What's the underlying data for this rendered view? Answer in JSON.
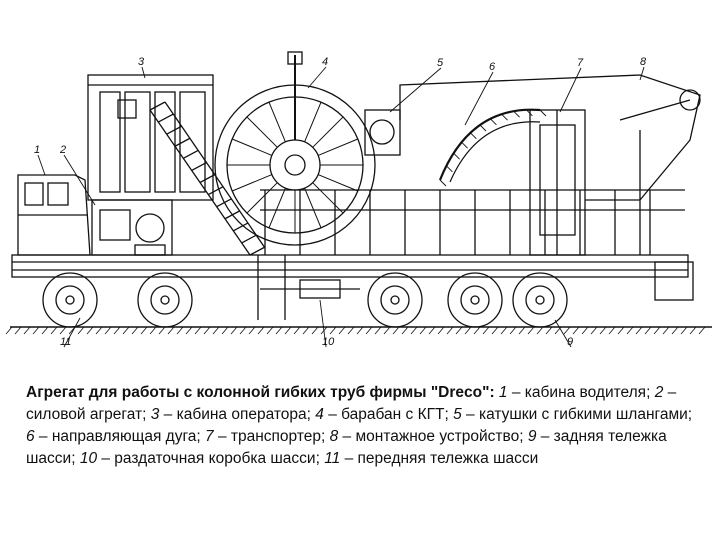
{
  "callouts": [
    "1",
    "2",
    "3",
    "4",
    "5",
    "6",
    "7",
    "8",
    "9",
    "10",
    "11"
  ],
  "caption": {
    "title": "Агрегат для работы с колонной гибких труб фирмы \"Dreco\":",
    "items": [
      {
        "num": "1",
        "text": " – кабина водителя; "
      },
      {
        "num": "2",
        "text": " – силовой агрегат; "
      },
      {
        "num": "3",
        "text": " – кабина оператора; "
      },
      {
        "num": "4",
        "text": " – барабан с КГТ; "
      },
      {
        "num": "5",
        "text": " – катушки с гибкими шлангами; "
      },
      {
        "num": "6",
        "text": " – направляющая дуга; "
      },
      {
        "num": "7",
        "text": " – транспортер; "
      },
      {
        "num": "8",
        "text": " – монтажное устройство; "
      },
      {
        "num": "9",
        "text": " – задняя тележка шасси; "
      },
      {
        "num": "10",
        "text": " – раздаточная коробка шасси; "
      },
      {
        "num": "11",
        "text": " – передняя тележка шасси"
      }
    ]
  }
}
